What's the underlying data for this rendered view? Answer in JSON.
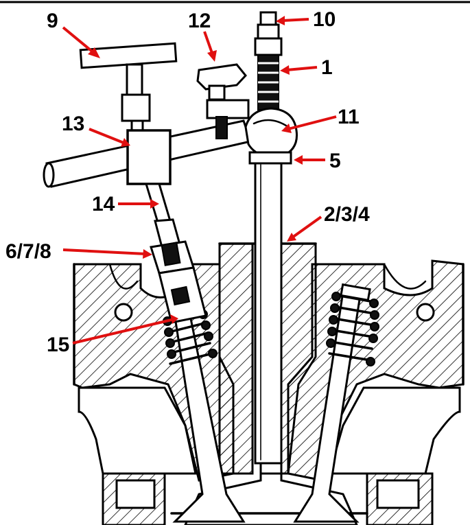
{
  "callouts": [
    {
      "id": "c9",
      "text": "9"
    },
    {
      "id": "c12",
      "text": "12"
    },
    {
      "id": "c10",
      "text": "10"
    },
    {
      "id": "c1",
      "text": "1"
    },
    {
      "id": "c11",
      "text": "11"
    },
    {
      "id": "c13",
      "text": "13"
    },
    {
      "id": "c5",
      "text": "5"
    },
    {
      "id": "c14",
      "text": "14"
    },
    {
      "id": "c234",
      "text": "2/3/4"
    },
    {
      "id": "c678",
      "text": "6/7/8"
    },
    {
      "id": "c15",
      "text": "15"
    }
  ],
  "colors": {
    "arrow": "#e01010",
    "ink": "#000000",
    "background": "#ffffff"
  }
}
